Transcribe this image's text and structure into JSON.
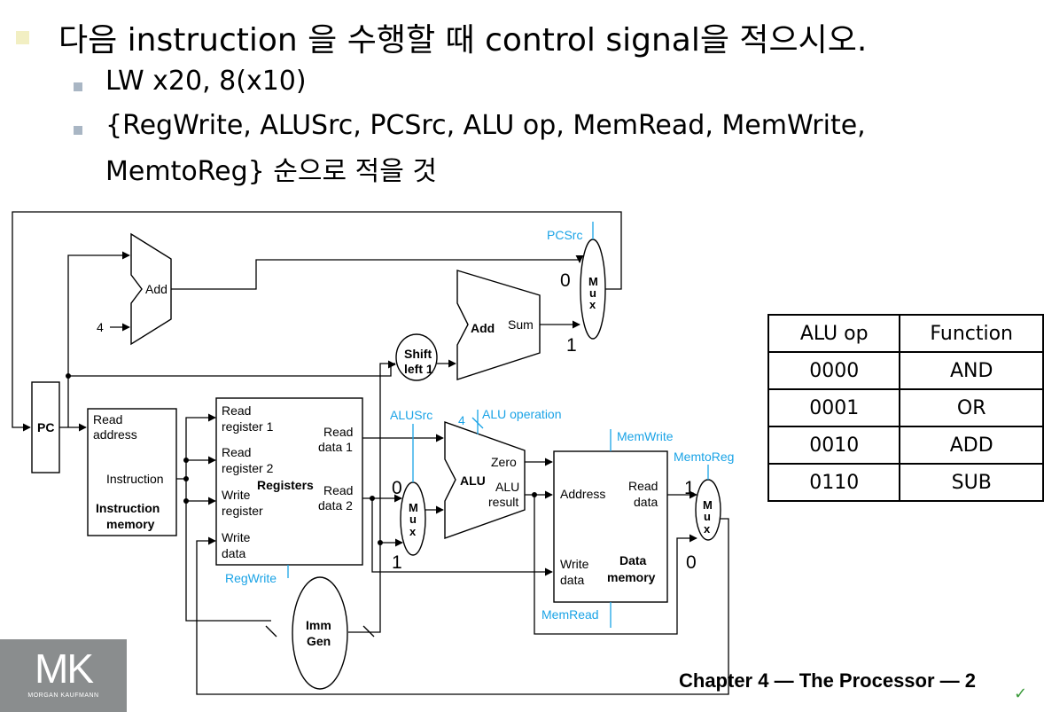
{
  "slide": {
    "title": "다음 instruction 을 수행할 때 control signal을 적으시오.",
    "bullet1": "LW x20, 8(x10)",
    "bullet2_line1": "{RegWrite, ALUSrc, PCSrc, ALU op, MemRead, MemWrite,",
    "bullet2_line2": "MemtoReg} 순으로 적을 것"
  },
  "diagram": {
    "control_color": "#1aa3e6",
    "labels": {
      "pc": "PC",
      "add": "Add",
      "four": "4",
      "add2": "Add",
      "sum": "Sum",
      "shift1": "Shift",
      "shift2": "left 1",
      "read_address1": "Read",
      "read_address2": "address",
      "instruction": "Instruction",
      "imem1": "Instruction",
      "imem2": "memory",
      "rr1a": "Read",
      "rr1b": "register 1",
      "rr2a": "Read",
      "rr2b": "register 2",
      "wra": "Write",
      "wrb": "register",
      "wda": "Write",
      "wdb": "data",
      "registers": "Registers",
      "rd1a": "Read",
      "rd1b": "data 1",
      "rd2a": "Read",
      "rd2b": "data 2",
      "imm1": "Imm",
      "imm2": "Gen",
      "alu": "ALU",
      "zero": "Zero",
      "alu_result1": "ALU",
      "alu_result2": "result",
      "address": "Address",
      "dm_read1": "Read",
      "dm_read2": "data",
      "dm_write1": "Write",
      "dm_write2": "data",
      "dm1": "Data",
      "dm2": "memory",
      "mux_m": "M",
      "mux_u": "u",
      "mux_x": "x",
      "zero_label": "0",
      "one_label": "1",
      "alu_op_bits": "4"
    },
    "control_signals": {
      "pcsrc": "PCSrc",
      "alusrc": "ALUSrc",
      "alu_operation": "ALU operation",
      "memwrite": "MemWrite",
      "memtoreg": "MemtoReg",
      "regwrite": "RegWrite",
      "memread": "MemRead"
    }
  },
  "alu_table": {
    "headers": [
      "ALU op",
      "Function"
    ],
    "rows": [
      [
        "0000",
        "AND"
      ],
      [
        "0001",
        "OR"
      ],
      [
        "0010",
        "ADD"
      ],
      [
        "0110",
        "SUB"
      ]
    ]
  },
  "logo": {
    "mark": "MK",
    "subtitle": "MORGAN KAUFMANN"
  },
  "footer": "Chapter 4 — The Processor — 2"
}
